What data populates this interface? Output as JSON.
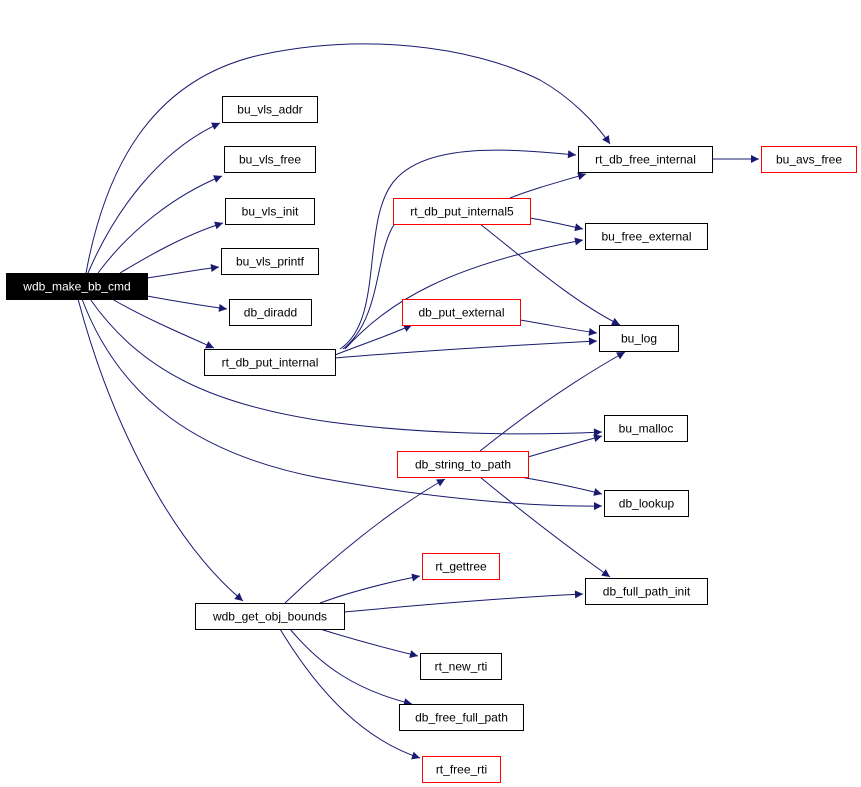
{
  "graph": {
    "edge_color": "#191970",
    "nodes": [
      {
        "id": "wdb_make_bb_cmd",
        "label": "wdb_make_bb_cmd",
        "style": "root",
        "border": "#000000",
        "fill": "#000000",
        "text": "#ffffff"
      },
      {
        "id": "bu_vls_addr",
        "label": "bu_vls_addr",
        "style": "normal",
        "border": "#000000"
      },
      {
        "id": "bu_vls_free",
        "label": "bu_vls_free",
        "style": "normal",
        "border": "#000000"
      },
      {
        "id": "bu_vls_init",
        "label": "bu_vls_init",
        "style": "normal",
        "border": "#000000"
      },
      {
        "id": "bu_vls_printf",
        "label": "bu_vls_printf",
        "style": "normal",
        "border": "#000000"
      },
      {
        "id": "db_diradd",
        "label": "db_diradd",
        "style": "normal",
        "border": "#000000"
      },
      {
        "id": "rt_db_put_internal",
        "label": "rt_db_put_internal",
        "style": "normal",
        "border": "#000000"
      },
      {
        "id": "wdb_get_obj_bounds",
        "label": "wdb_get_obj_bounds",
        "style": "normal",
        "border": "#000000"
      },
      {
        "id": "rt_db_free_internal",
        "label": "rt_db_free_internal",
        "style": "normal",
        "border": "#000000"
      },
      {
        "id": "bu_avs_free",
        "label": "bu_avs_free",
        "style": "truncated",
        "border": "#ff0000"
      },
      {
        "id": "rt_db_put_internal5",
        "label": "rt_db_put_internal5",
        "style": "truncated",
        "border": "#ff0000"
      },
      {
        "id": "bu_free_external",
        "label": "bu_free_external",
        "style": "normal",
        "border": "#000000"
      },
      {
        "id": "db_put_external",
        "label": "db_put_external",
        "style": "truncated",
        "border": "#ff0000"
      },
      {
        "id": "bu_log",
        "label": "bu_log",
        "style": "normal",
        "border": "#000000"
      },
      {
        "id": "bu_malloc",
        "label": "bu_malloc",
        "style": "normal",
        "border": "#000000"
      },
      {
        "id": "db_string_to_path",
        "label": "db_string_to_path",
        "style": "truncated",
        "border": "#ff0000"
      },
      {
        "id": "db_lookup",
        "label": "db_lookup",
        "style": "normal",
        "border": "#000000"
      },
      {
        "id": "rt_gettree",
        "label": "rt_gettree",
        "style": "truncated",
        "border": "#ff0000"
      },
      {
        "id": "db_full_path_init",
        "label": "db_full_path_init",
        "style": "normal",
        "border": "#000000"
      },
      {
        "id": "rt_new_rti",
        "label": "rt_new_rti",
        "style": "normal",
        "border": "#000000"
      },
      {
        "id": "db_free_full_path",
        "label": "db_free_full_path",
        "style": "normal",
        "border": "#000000"
      },
      {
        "id": "rt_free_rti",
        "label": "rt_free_rti",
        "style": "truncated",
        "border": "#ff0000"
      }
    ],
    "edges": [
      {
        "from": "wdb_make_bb_cmd",
        "to": "rt_db_free_internal"
      },
      {
        "from": "wdb_make_bb_cmd",
        "to": "bu_vls_addr"
      },
      {
        "from": "wdb_make_bb_cmd",
        "to": "bu_vls_free"
      },
      {
        "from": "wdb_make_bb_cmd",
        "to": "bu_vls_init"
      },
      {
        "from": "wdb_make_bb_cmd",
        "to": "bu_vls_printf"
      },
      {
        "from": "wdb_make_bb_cmd",
        "to": "db_diradd"
      },
      {
        "from": "wdb_make_bb_cmd",
        "to": "rt_db_put_internal"
      },
      {
        "from": "wdb_make_bb_cmd",
        "to": "bu_malloc"
      },
      {
        "from": "wdb_make_bb_cmd",
        "to": "db_lookup"
      },
      {
        "from": "wdb_make_bb_cmd",
        "to": "wdb_get_obj_bounds"
      },
      {
        "from": "rt_db_free_internal",
        "to": "bu_avs_free"
      },
      {
        "from": "rt_db_put_internal5",
        "to": "rt_db_free_internal"
      },
      {
        "from": "rt_db_put_internal5",
        "to": "bu_free_external"
      },
      {
        "from": "rt_db_put_internal5",
        "to": "bu_log"
      },
      {
        "from": "rt_db_put_internal",
        "to": "rt_db_free_internal"
      },
      {
        "from": "rt_db_put_internal",
        "to": "rt_db_put_internal5"
      },
      {
        "from": "rt_db_put_internal",
        "to": "bu_free_external"
      },
      {
        "from": "rt_db_put_internal",
        "to": "db_put_external"
      },
      {
        "from": "rt_db_put_internal",
        "to": "bu_log"
      },
      {
        "from": "db_put_external",
        "to": "bu_log"
      },
      {
        "from": "db_string_to_path",
        "to": "bu_log"
      },
      {
        "from": "db_string_to_path",
        "to": "bu_malloc"
      },
      {
        "from": "db_string_to_path",
        "to": "db_lookup"
      },
      {
        "from": "db_string_to_path",
        "to": "db_full_path_init"
      },
      {
        "from": "wdb_get_obj_bounds",
        "to": "db_string_to_path"
      },
      {
        "from": "wdb_get_obj_bounds",
        "to": "rt_gettree"
      },
      {
        "from": "wdb_get_obj_bounds",
        "to": "db_full_path_init"
      },
      {
        "from": "wdb_get_obj_bounds",
        "to": "rt_new_rti"
      },
      {
        "from": "wdb_get_obj_bounds",
        "to": "db_free_full_path"
      },
      {
        "from": "wdb_get_obj_bounds",
        "to": "rt_free_rti"
      }
    ]
  }
}
